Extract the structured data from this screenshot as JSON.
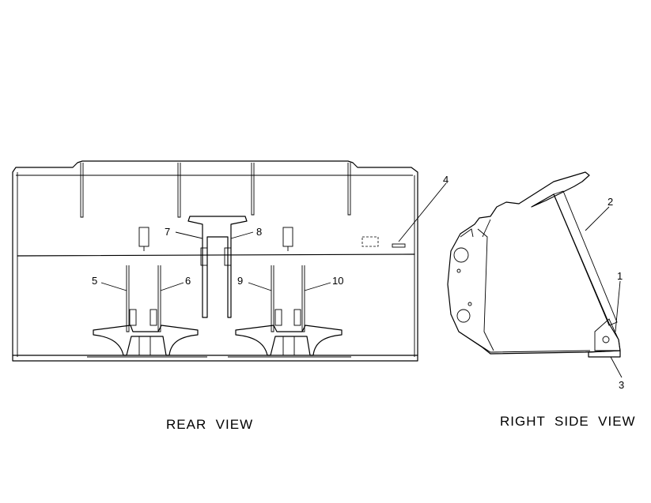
{
  "views": {
    "rear": {
      "caption": "REAR  VIEW"
    },
    "side": {
      "caption": "RIGHT  SIDE  VIEW"
    }
  },
  "callouts": {
    "c1": "1",
    "c2": "2",
    "c3": "3",
    "c4": "4",
    "c5": "5",
    "c6": "6",
    "c7": "7",
    "c8": "8",
    "c9": "9",
    "c10": "10"
  }
}
